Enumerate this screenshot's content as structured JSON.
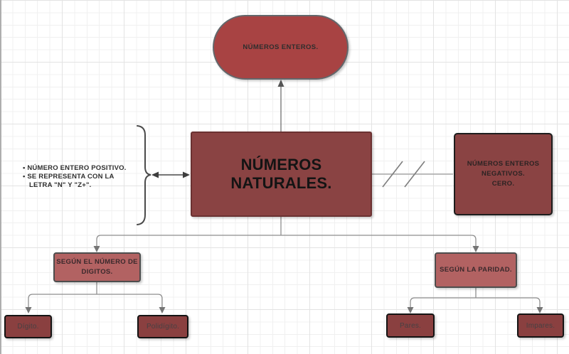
{
  "diagram": {
    "title_node": "NÚMEROS NATURALES.",
    "colors": {
      "capsule_fill": "#a84343",
      "capsule_border": "#63676b",
      "main_fill": "#8a4343",
      "category_fill": "#b26262",
      "leaf_fill": "#8a4040",
      "leaf_border": "#141414",
      "connector_gray": "#8e8e8e",
      "brace_gray": "#4a4a4a",
      "grid_minor": "#f0f0f0",
      "grid_major": "#e3e3e3"
    },
    "nodes": {
      "enteros": {
        "label": "NÚMEROS ENTEROS."
      },
      "naturales": {
        "label": "NÚMEROS NATURALES."
      },
      "negativos": {
        "lines": [
          "NÚMEROS ENTEROS",
          "NEGATIVOS.",
          "CERO."
        ]
      },
      "segun_digitos": {
        "lines": [
          "SEGÚN EL NÚMERO DE",
          "DIGITOS."
        ]
      },
      "segun_paridad": {
        "label": "SEGÚN LA PARIDAD."
      },
      "digito": {
        "label": "Dígito."
      },
      "polidigito": {
        "label": "Polidígito."
      },
      "pares": {
        "label": "Pares."
      },
      "impares": {
        "label": "Impares."
      }
    },
    "note": {
      "bullets": [
        "NÚMERO ENTERO POSITIVO.",
        "SE REPRESENTA CON LA LETRA \"N\" Y \"Z+\"."
      ]
    }
  }
}
